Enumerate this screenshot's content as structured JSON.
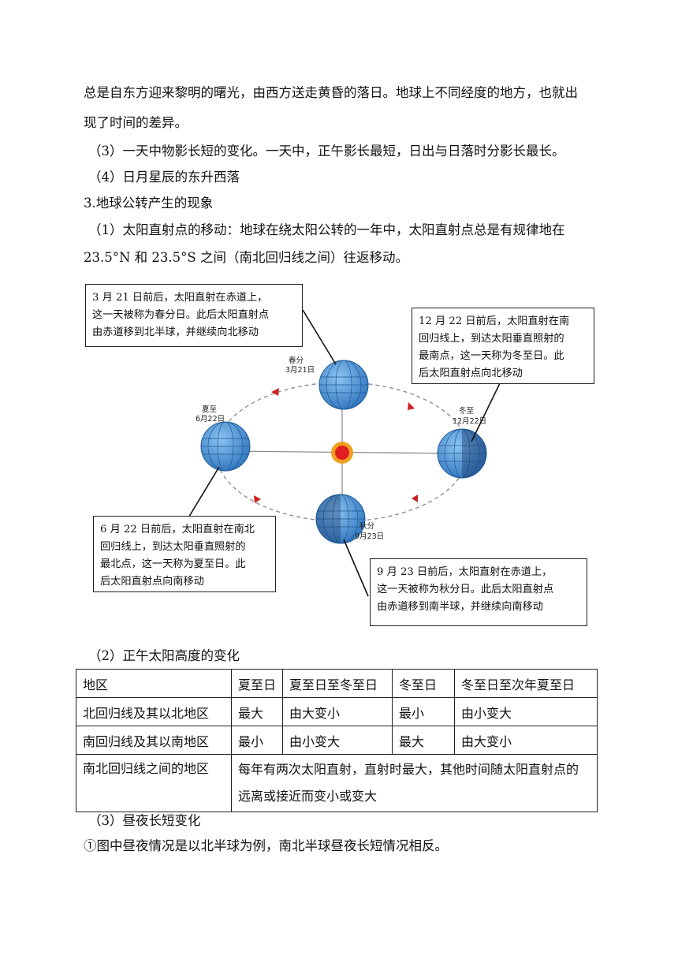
{
  "paragraphs": {
    "p1_line1": "总是自东方迎来黎明的曙光，由西方送走黄昏的落日。地球上不同经度的地方，也就出",
    "p1_line2": "现了时间的差异。",
    "p3": "（3）一天中物影长短的变化。一天中，正午影长最短，日出与日落时分影长最长。",
    "p4": "（4）日月星辰的东升西落",
    "h3": "3.地球公转产生的现象",
    "p5_line1": "（1）太阳直射点的移动：地球在绕太阳公转的一年中，太阳直射点总是有规律地在",
    "p5_line2": "23.5°N 和 23.5°S 之间（南北回归线之间）往返移动。",
    "p6": "（2）正午太阳高度的变化",
    "p7": "（3）昼夜长短变化",
    "p8": "①图中昼夜情况是以北半球为例，南北半球昼夜长短情况相反。"
  },
  "diagram": {
    "box_spring": [
      "3 月 21 日前后，太阳直射在赤道上，",
      "这一天被称为春分日。此后太阳直射点",
      "由赤道移到北半球，并继续向北移动"
    ],
    "box_winter": [
      "12 月 22 日前后，太阳直射在南",
      "回归线上，到达太阳垂直照射的",
      "最南点，这一天称为冬至日。此",
      "后太阳直射点向北移动"
    ],
    "box_summer": [
      "6 月 22 日前后，太阳直射在南北",
      "回归线上，到达太阳垂直照射的",
      "最北点，这一天称为夏至日。此",
      "后太阳直射点向南移动"
    ],
    "box_autumn": [
      "9 月 23 日前后，太阳直射在赤道上，",
      "这一天被称为秋分日。此后太阳直射点",
      "由赤道移到南半球，并继续向南移动"
    ],
    "labels": {
      "spring_name": "春分",
      "spring_date": "3月21日",
      "summer_name": "夏至",
      "summer_date": "6月22日",
      "winter_name": "冬至",
      "winter_date": "12月22日",
      "autumn_name": "秋分",
      "autumn_date": "9月23日"
    },
    "colors": {
      "earth": "#4a90d0",
      "orbit": "#888888",
      "arrow": "#cc2222",
      "sun": "#e02020",
      "sun_rays": "#f0a020"
    }
  },
  "table": {
    "header": [
      "地区",
      "夏至日",
      "夏至日至冬至日",
      "冬至日",
      "冬至日至次年夏至日"
    ],
    "rows": [
      [
        "北回归线及其以北地区",
        "最大",
        "由大变小",
        "最小",
        "由小变大"
      ],
      [
        "南回归线及其以南地区",
        "最小",
        "由小变大",
        "最大",
        "由大变小"
      ]
    ],
    "last_row": {
      "region": "南北回归线之间的地区",
      "text": "每年有两次太阳直射，直射时最大，其他时间随太阳直射点的远离或接近而变小或变大"
    }
  }
}
